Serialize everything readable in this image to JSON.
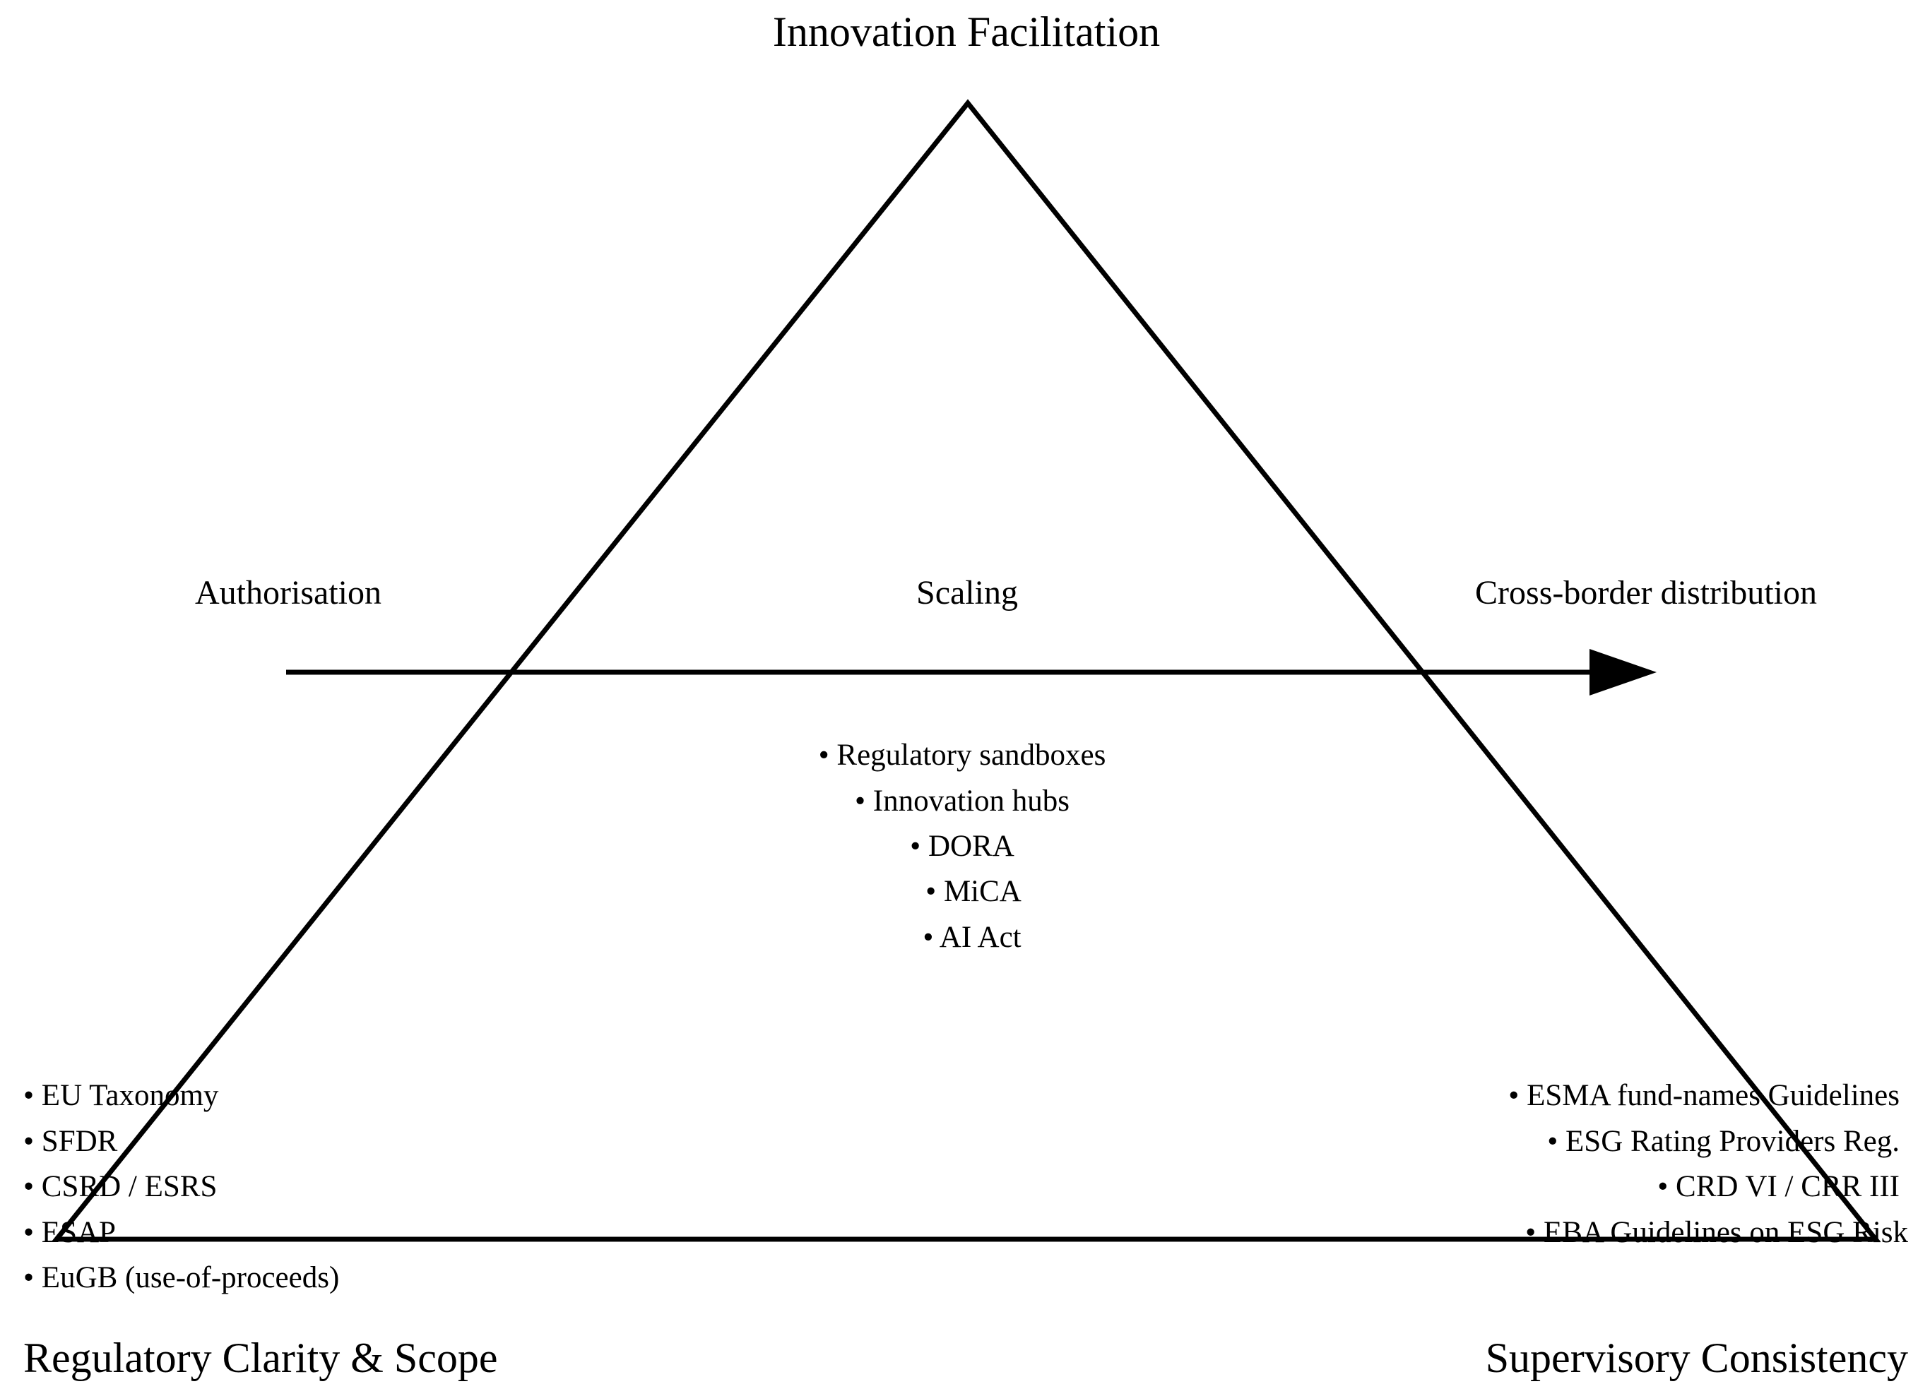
{
  "vertices": {
    "top": "Innovation Facilitation",
    "bottom_left": "Regulatory Clarity & Scope",
    "bottom_right": "Supervisory Consistency"
  },
  "stages": {
    "start": "Authorisation",
    "middle": "Scaling",
    "end": "Cross-border distribution"
  },
  "lists": {
    "center": [
      "• Regulatory sandboxes",
      "• Innovation hubs",
      "• DORA",
      "• MiCA",
      "• AI Act"
    ],
    "left": [
      "• EU Taxonomy",
      "• SFDR",
      "• CSRD / ESRS",
      "• ESAP",
      "• EuGB (use-of-proceeds)"
    ],
    "right": [
      "• ESMA fund-names Guidelines",
      "• ESG Rating Providers Reg.",
      "• CRD VI / CRR III",
      "• EBA Guidelines on ESG Risk"
    ]
  },
  "colors": {
    "stroke": "#000000",
    "text": "#000000",
    "background": "#ffffff"
  }
}
